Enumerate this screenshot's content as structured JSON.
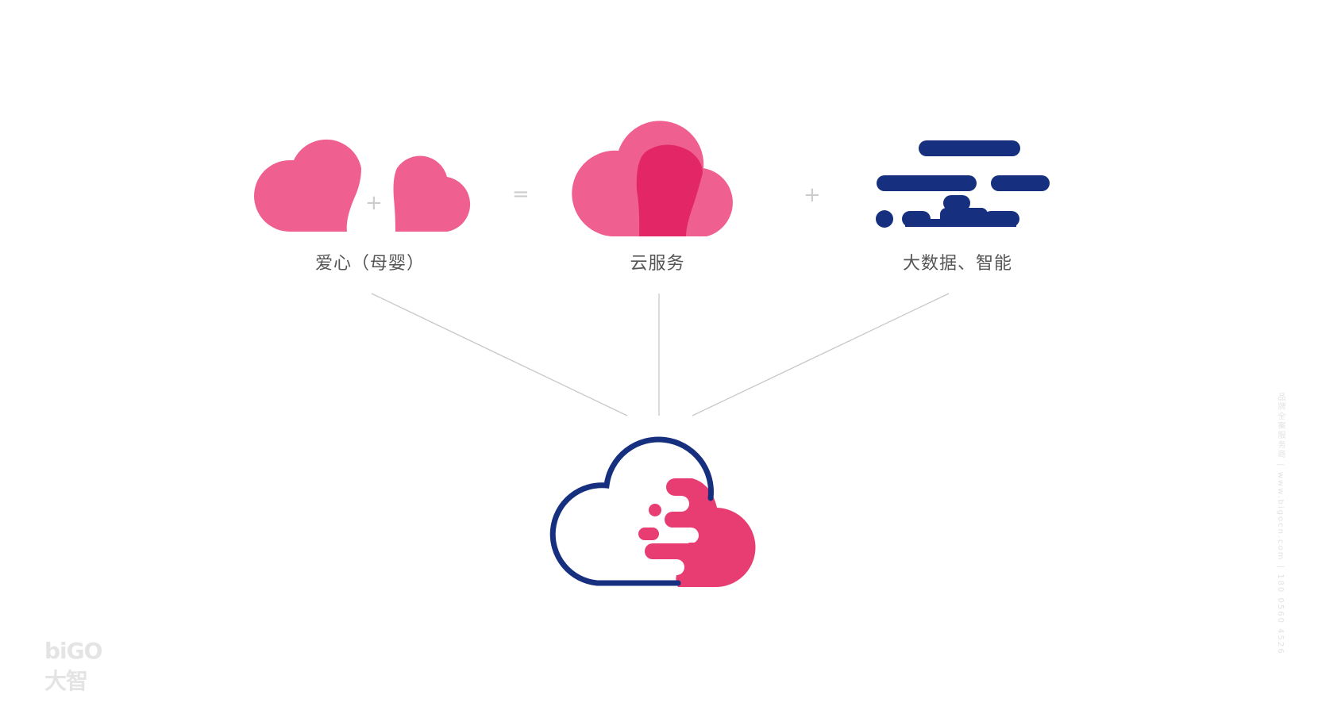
{
  "components": [
    {
      "id": "love",
      "label": "爱心（母婴）",
      "icon": "double-heart-cloud-icon"
    },
    {
      "id": "cloud",
      "label": "云服务",
      "icon": "cloud-heart-icon"
    },
    {
      "id": "data",
      "label": "大数据、智能",
      "icon": "data-streams-icon"
    }
  ],
  "operators": {
    "op1": "+",
    "op2": "=",
    "op3": "+"
  },
  "result": {
    "icon": "cloud-data-logo-icon"
  },
  "colors": {
    "pink": "#ef5f8f",
    "deep_pink": "#e32666",
    "logo_pink": "#e83d72",
    "navy": "#172f7f",
    "line": "#c8c8c8"
  },
  "watermarks": {
    "left": "biGO 大智",
    "right": "品牌全案服务商 | www.bigocn.com | 180 0560 4526"
  }
}
